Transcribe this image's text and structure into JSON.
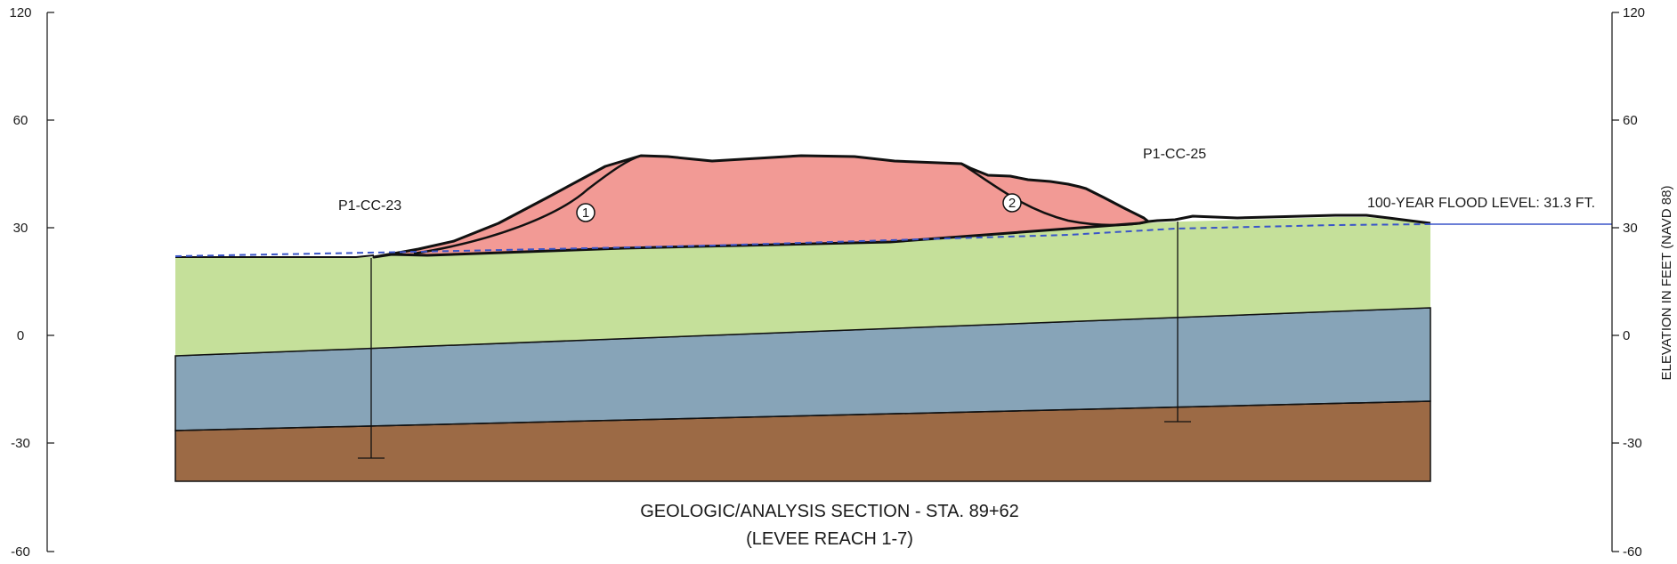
{
  "section": {
    "title": "GEOLOGIC/ANALYSIS SECTION - STA. 89+62",
    "subtitle": "(LEVEE REACH 1-7)"
  },
  "axes": {
    "left_ticks": [
      "120",
      "60",
      "30",
      "0",
      "-30",
      "-60"
    ],
    "right_ticks": [
      "120",
      "60",
      "30",
      "0",
      "-30",
      "-60"
    ],
    "right_title": "ELEVATION IN FEET (NAVD 88)"
  },
  "flood_level": {
    "label": "100-YEAR FLOOD LEVEL:  31.3 FT."
  },
  "borings": [
    {
      "id": "P1-CC-23"
    },
    {
      "id": "P1-CC-25"
    }
  ],
  "slip_surfaces": [
    {
      "label": "1"
    },
    {
      "label": "2"
    }
  ],
  "colors": {
    "levee_fill": "#f29a95",
    "upper_layer": "#c5e09a",
    "middle_layer": "#87a4b8",
    "lower_layer": "#9c6a45",
    "flood_line": "#3a55c8",
    "outline": "#111111"
  }
}
